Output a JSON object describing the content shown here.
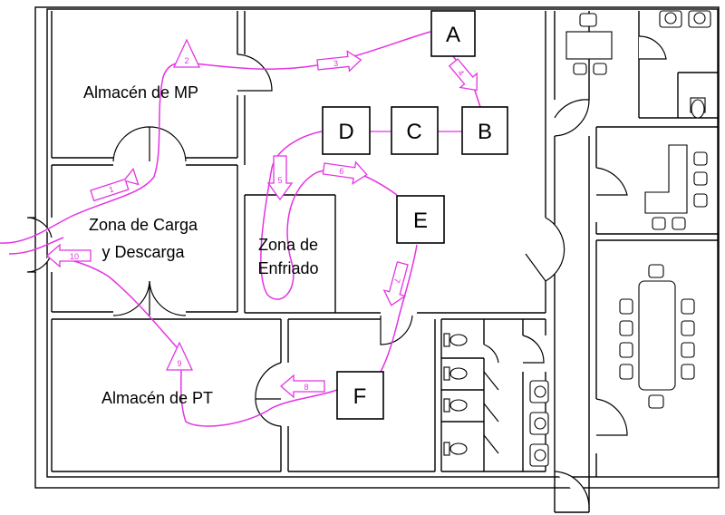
{
  "rooms": {
    "raw_storage": "Almacén de MP",
    "loading_zone_line1": "Zona de Carga",
    "loading_zone_line2": "y Descarga",
    "cooling_zone_line1": "Zona de",
    "cooling_zone_line2": "Enfriado",
    "finished_storage": "Almacén de PT"
  },
  "stations": [
    "A",
    "B",
    "C",
    "D",
    "E",
    "F"
  ],
  "flow_steps": [
    "1",
    "2",
    "3",
    "4",
    "5",
    "6",
    "7",
    "8",
    "9",
    "10"
  ],
  "colors": {
    "flow": "#e433e4",
    "walls": "#000000",
    "background": "#ffffff"
  }
}
